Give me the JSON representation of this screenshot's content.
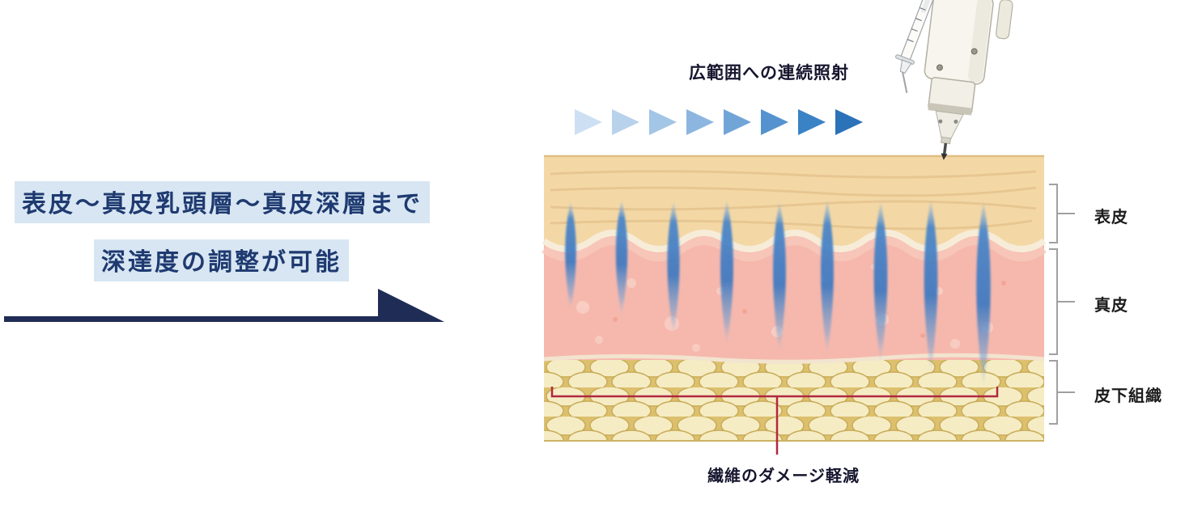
{
  "left_panel": {
    "headline_line1": "表皮～真皮乳頭層～真皮深層まで",
    "headline_line2": "深達度の調整が可能",
    "text_color": "#1e3a70",
    "highlight_color": "#d8e6f3",
    "arrow_color": "#1f2c56"
  },
  "diagram": {
    "top_caption": "広範囲への連続照射",
    "bottom_caption": "繊維のダメージ軽減",
    "layer_labels": [
      "表皮",
      "真皮",
      "皮下組織"
    ],
    "beam_count": 9,
    "arrow_count": 8,
    "colors": {
      "epidermis": "#f3d8a6",
      "dermis": "#f6b8ad",
      "subcutaneous_base": "#dcc06e",
      "subcutaneous_lobule": "#f5ecc4",
      "beam_blue": "#3c78c0",
      "arrow_gradient_start": "#cddff2",
      "arrow_gradient_end": "#2b72b8",
      "bracket_red": "#b02840",
      "label_bracket_gray": "#a0a0a0"
    }
  }
}
